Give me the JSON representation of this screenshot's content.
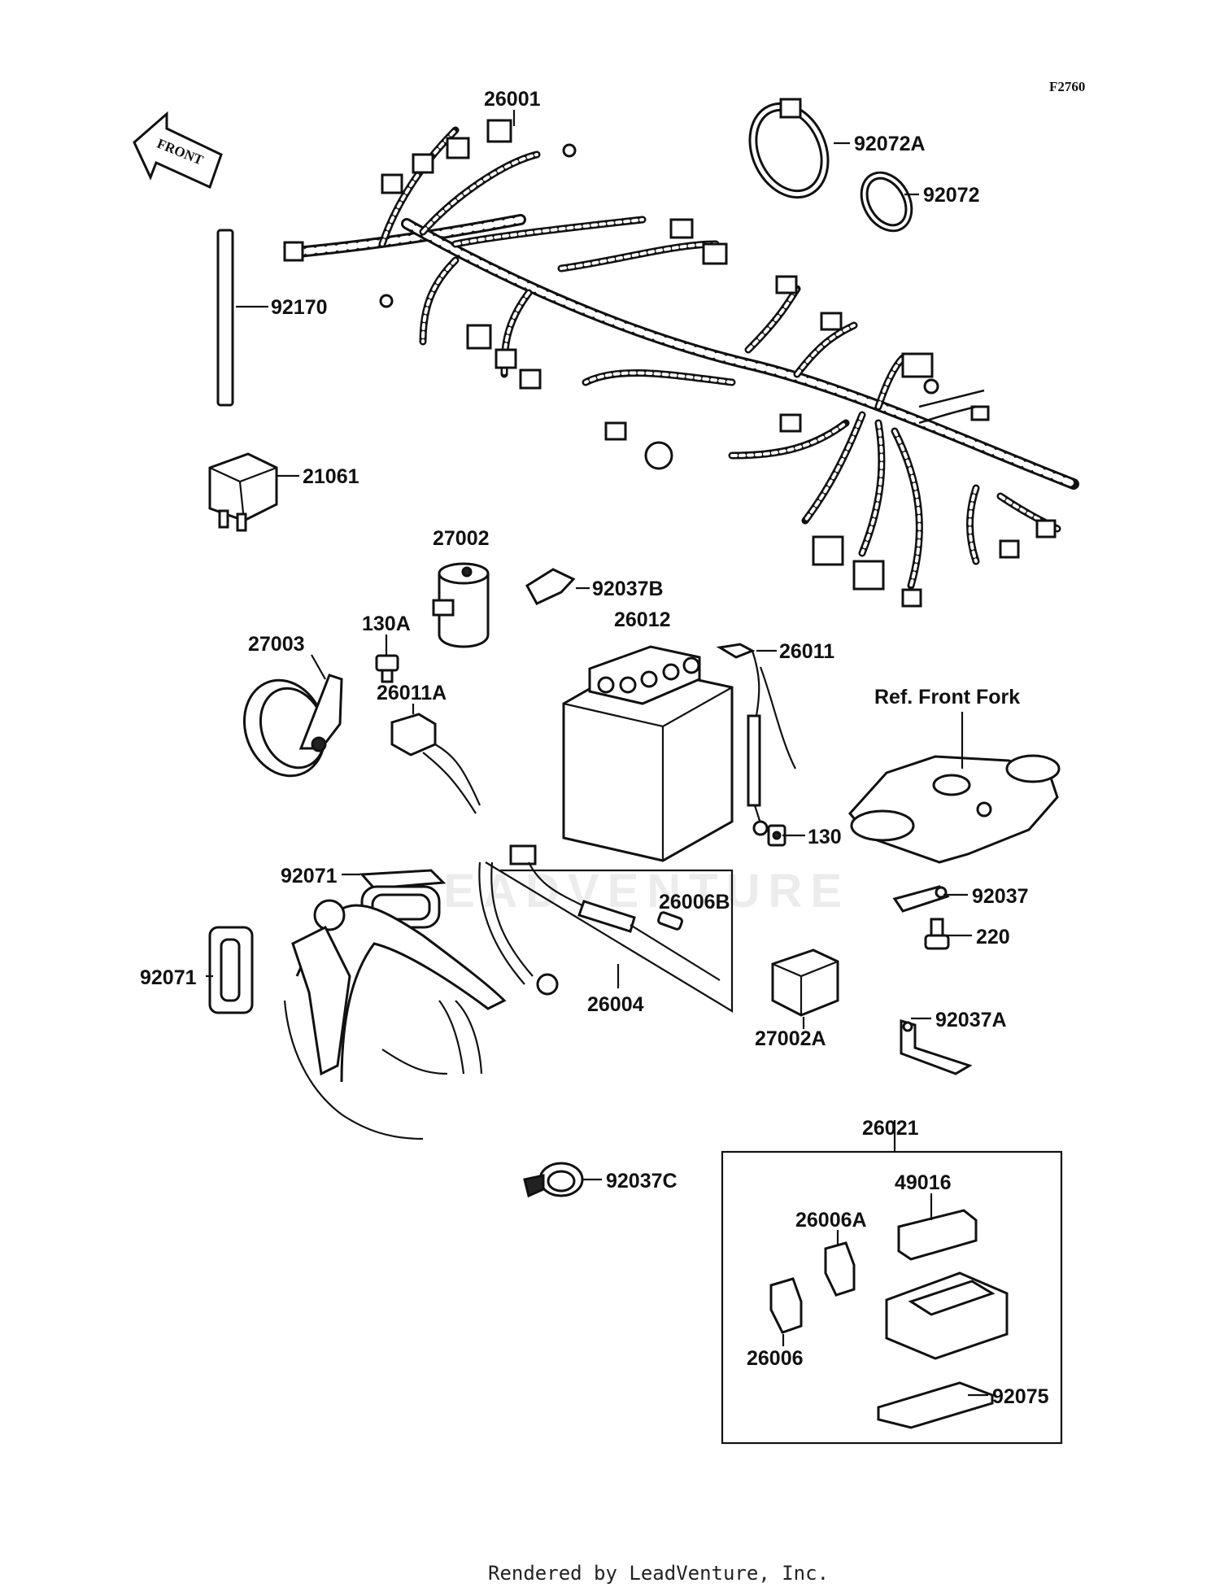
{
  "figure_code": "F2760",
  "front_arrow_text": "FRONT",
  "watermark_text": "LEADVENTURE",
  "footer_text": "Rendered by LeadVenture, Inc.",
  "labels": {
    "p26001": "26001",
    "p92072A": "92072A",
    "p92072": "92072",
    "p92170": "92170",
    "p21061": "21061",
    "p27002": "27002",
    "p92037B": "92037B",
    "p26012": "26012",
    "p26011": "26011",
    "p130A": "130A",
    "p27003": "27003",
    "p26011A": "26011A",
    "ref_front_fork": "Ref. Front Fork",
    "p130": "130",
    "p92071_top": "92071",
    "p26006B": "26006B",
    "p92037": "92037",
    "p220": "220",
    "p92071_left": "92071",
    "p26004": "26004",
    "p27002A": "27002A",
    "p92037A": "92037A",
    "p26021": "26021",
    "p92037C": "92037C",
    "p49016": "49016",
    "p26006A": "26006A",
    "p26006": "26006",
    "p92075": "92075"
  }
}
